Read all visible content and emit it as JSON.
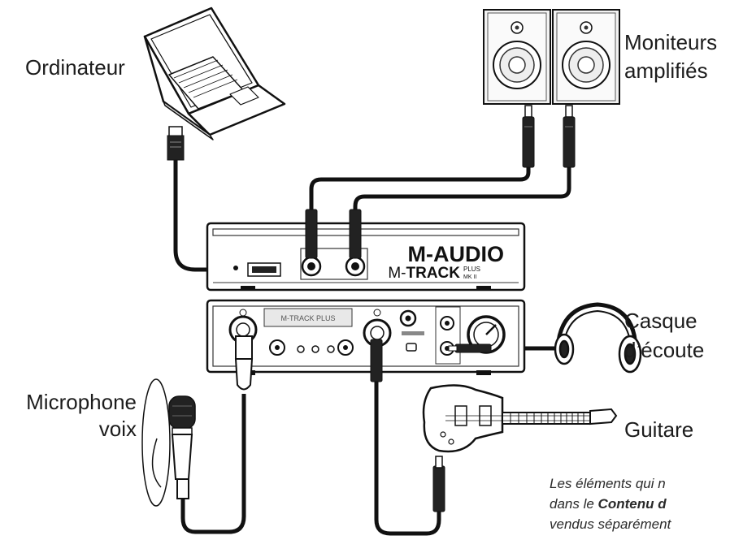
{
  "labels": {
    "computer": "Ordinateur",
    "monitors_line1": "Moniteurs",
    "monitors_line2": "amplifiés",
    "headphones_line1": "Casque",
    "headphones_line2": "d’écoute",
    "microphone_line1": "Microphone",
    "microphone_line2": "voix",
    "guitar": "Guitare"
  },
  "device": {
    "brand": "M-AUDIO",
    "model_prefix": "M-",
    "model_name": "TRACK",
    "model_suffix": "PLUS",
    "model_badge": "MK II",
    "front_model": "M-TRACK PLUS"
  },
  "note": {
    "line1": "Les éléments qui n",
    "line2_plain": "dans le ",
    "line2_bold": "Contenu d",
    "line3": "vendus séparément"
  }
}
